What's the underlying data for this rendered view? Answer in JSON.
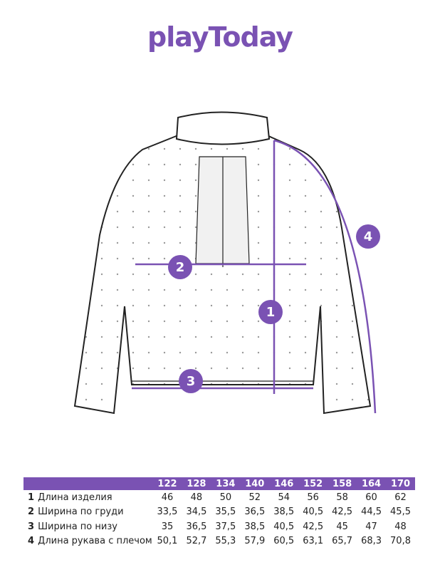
{
  "brand": {
    "logo_text": "playToday",
    "accent": "#7a52b3"
  },
  "markers": [
    "1",
    "2",
    "3",
    "4"
  ],
  "table": {
    "sizes": [
      "122",
      "128",
      "134",
      "140",
      "146",
      "152",
      "158",
      "164",
      "170"
    ],
    "rows": [
      {
        "num": "1",
        "label": "Длина изделия",
        "values": [
          "46",
          "48",
          "50",
          "52",
          "54",
          "56",
          "58",
          "60",
          "62"
        ]
      },
      {
        "num": "2",
        "label": "Ширина по груди",
        "values": [
          "33,5",
          "34,5",
          "35,5",
          "36,5",
          "38,5",
          "40,5",
          "42,5",
          "44,5",
          "45,5"
        ]
      },
      {
        "num": "3",
        "label": "Ширина по низу",
        "values": [
          "35",
          "36,5",
          "37,5",
          "38,5",
          "40,5",
          "42,5",
          "45",
          "47",
          "48"
        ]
      },
      {
        "num": "4",
        "label": "Длина рукава с плечом",
        "values": [
          "50,1",
          "52,7",
          "55,3",
          "57,9",
          "60,5",
          "63,1",
          "65,7",
          "68,3",
          "70,8"
        ]
      }
    ]
  }
}
